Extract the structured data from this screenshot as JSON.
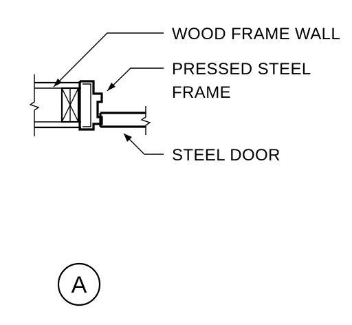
{
  "labels": {
    "wood_frame_wall": "WOOD FRAME WALL",
    "pressed_steel_frame_line1": "PRESSED STEEL",
    "pressed_steel_frame_line2": "FRAME",
    "steel_door": "STEEL DOOR"
  },
  "detail_callout": "A",
  "colors": {
    "ink": "#000000",
    "background": "#ffffff"
  }
}
